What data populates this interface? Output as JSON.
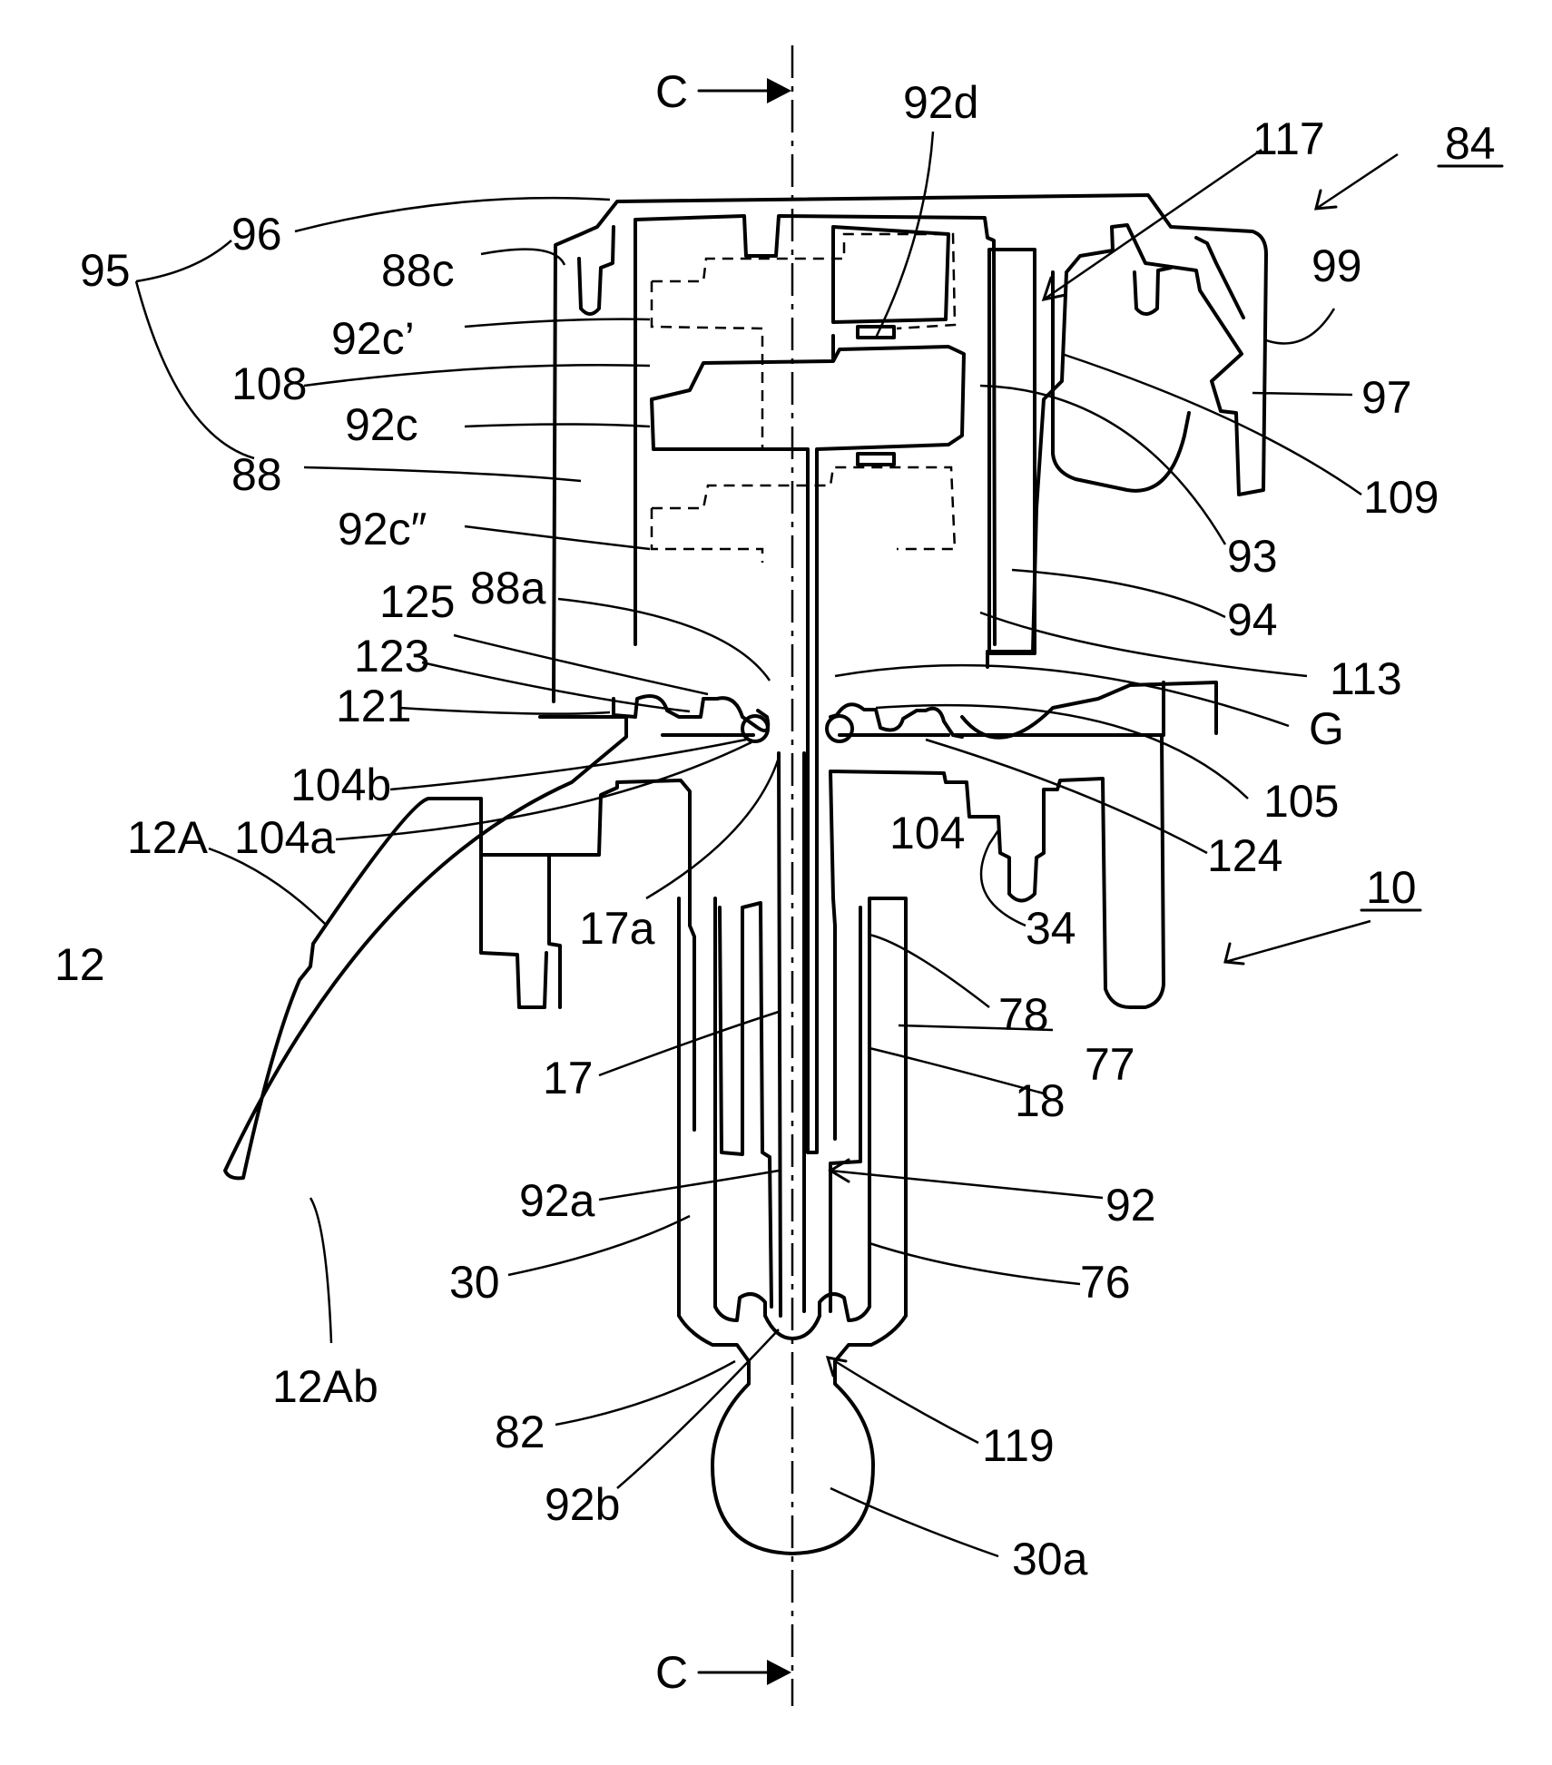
{
  "figure": {
    "section_marker_top": "C",
    "section_marker_bottom": "C"
  },
  "labels": [
    {
      "key": "l_84",
      "text": "84",
      "underline": true
    },
    {
      "key": "l_10",
      "text": "10",
      "underline": true
    },
    {
      "key": "l_12",
      "text": "12"
    },
    {
      "key": "l_12A",
      "text": "12A"
    },
    {
      "key": "l_12Ab",
      "text": "12Ab"
    },
    {
      "key": "l_95",
      "text": "95"
    },
    {
      "key": "l_96",
      "text": "96"
    },
    {
      "key": "l_88c",
      "text": "88c"
    },
    {
      "key": "l_92cp",
      "text": "92c’"
    },
    {
      "key": "l_108",
      "text": "108"
    },
    {
      "key": "l_92c",
      "text": "92c"
    },
    {
      "key": "l_88",
      "text": "88"
    },
    {
      "key": "l_92cpp",
      "text": "92c″"
    },
    {
      "key": "l_125",
      "text": "125"
    },
    {
      "key": "l_88a",
      "text": "88a"
    },
    {
      "key": "l_123",
      "text": "123"
    },
    {
      "key": "l_121",
      "text": "121"
    },
    {
      "key": "l_104b",
      "text": "104b"
    },
    {
      "key": "l_104a",
      "text": "104a"
    },
    {
      "key": "l_17a",
      "text": "17a"
    },
    {
      "key": "l_17",
      "text": "17"
    },
    {
      "key": "l_92a",
      "text": "92a"
    },
    {
      "key": "l_30",
      "text": "30"
    },
    {
      "key": "l_82",
      "text": "82"
    },
    {
      "key": "l_92b",
      "text": "92b"
    },
    {
      "key": "l_92d",
      "text": "92d"
    },
    {
      "key": "l_117",
      "text": "117"
    },
    {
      "key": "l_99",
      "text": "99"
    },
    {
      "key": "l_97",
      "text": "97"
    },
    {
      "key": "l_109",
      "text": "109"
    },
    {
      "key": "l_93",
      "text": "93"
    },
    {
      "key": "l_94",
      "text": "94"
    },
    {
      "key": "l_113",
      "text": "113"
    },
    {
      "key": "l_G",
      "text": "G"
    },
    {
      "key": "l_105",
      "text": "105"
    },
    {
      "key": "l_104",
      "text": "104"
    },
    {
      "key": "l_124",
      "text": "124"
    },
    {
      "key": "l_34",
      "text": "34"
    },
    {
      "key": "l_78",
      "text": "78"
    },
    {
      "key": "l_77",
      "text": "77"
    },
    {
      "key": "l_18",
      "text": "18"
    },
    {
      "key": "l_92",
      "text": "92"
    },
    {
      "key": "l_76",
      "text": "76"
    },
    {
      "key": "l_119",
      "text": "119"
    },
    {
      "key": "l_30a",
      "text": "30a"
    }
  ]
}
